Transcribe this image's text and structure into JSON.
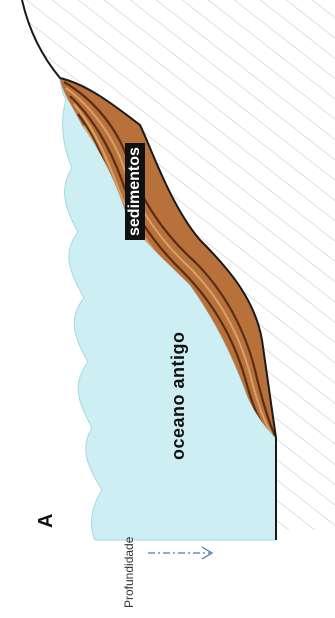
{
  "labels": {
    "sediments": "sedimentos",
    "ocean": "oceano antigo",
    "panel": "A",
    "depth": "Profundidade"
  },
  "colors": {
    "ocean_fill": "#cdeef2",
    "ocean_edge": "#a6d9e2",
    "sediment_fill": "#b8713a",
    "sediment_dark": "#5a2d12",
    "sediment_light": "#d9a06a",
    "rock_hatch": "#c4c4c4",
    "outline": "#1a1a1a",
    "arrow": "#4a78b8"
  },
  "icons": {
    "depth_arrow": "dash-dot-right-arrow"
  }
}
